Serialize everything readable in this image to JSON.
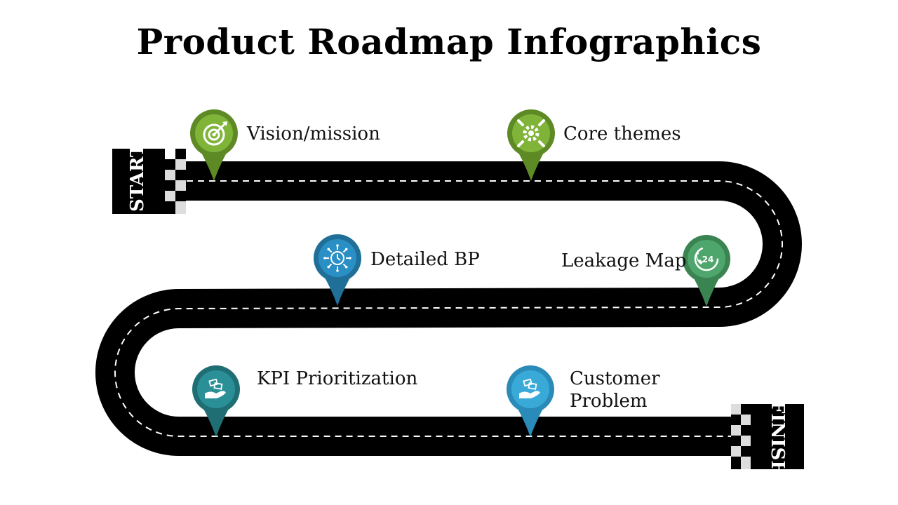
{
  "title": "Product Roadmap Infographics",
  "start_label": "START",
  "finish_label": "FINISH",
  "milestones": [
    {
      "label": "Vision/mission",
      "icon": "target-icon",
      "color": "#7fb439",
      "dark": "#5e8a25"
    },
    {
      "label": "Core themes",
      "icon": "gears-icon",
      "color": "#7fb439",
      "dark": "#5e8a25"
    },
    {
      "label": "Detailed BP",
      "icon": "clock-arrows-icon",
      "color": "#2a8fc4",
      "dark": "#1f6f98"
    },
    {
      "label": "Leakage Map",
      "icon": "phone-24-icon",
      "color": "#4fa66c",
      "dark": "#3a8452"
    },
    {
      "label": "KPI Prioritization",
      "icon": "hand-money-icon",
      "color": "#2a8f96",
      "dark": "#1f6e74"
    },
    {
      "label": "Customer",
      "label2": "Problem",
      "icon": "hand-money-icon",
      "color": "#39a9d8",
      "dark": "#2a8bb8"
    }
  ]
}
